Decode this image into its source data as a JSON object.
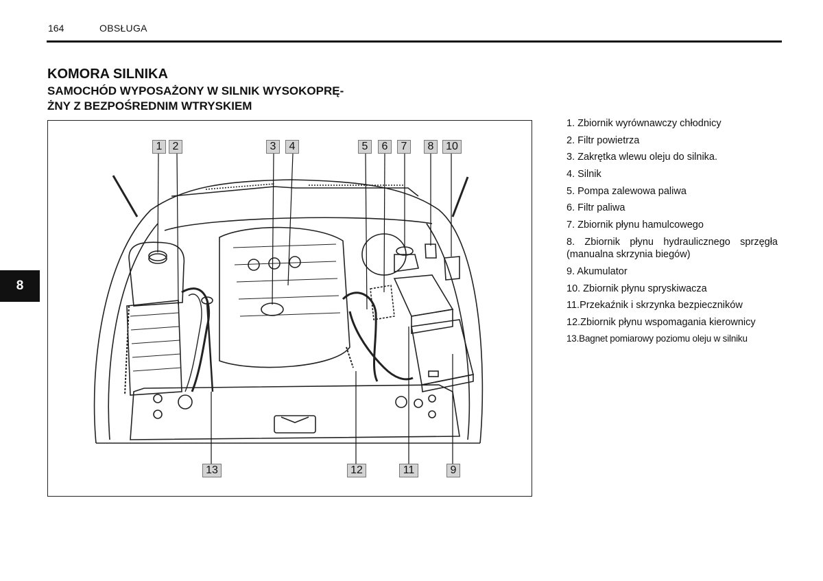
{
  "header": {
    "page_number": "164",
    "section": "OBSŁUGA"
  },
  "title": {
    "line1": "KOMORA SILNIKA",
    "line2": "SAMOCHÓD WYPOSAŻONY W SILNIK WYSOKOPRĘ-",
    "line3": "ŻNY Z BEZPOŚREDNIM WTRYSKIEM"
  },
  "chapter_tab": "8",
  "figure": {
    "callouts": [
      "1",
      "2",
      "3",
      "4",
      "5",
      "6",
      "7",
      "8",
      "10",
      "13",
      "12",
      "11",
      "9"
    ]
  },
  "legend": [
    "1. Zbiornik wyrównawczy chłodnicy",
    "2. Filtr powietrza",
    "3. Zakrętka wlewu oleju do silnika.",
    "4. Silnik",
    "5. Pompa zalewowa paliwa",
    "6. Filtr paliwa",
    "7. Zbiornik płynu hamulcowego",
    "8. Zbiornik płynu hydraulicznego sprzęgła (manualna skrzynia biegów)",
    "9. Akumulator",
    "10. Zbiornik płynu spryskiwacza",
    "11.Przekaźnik i skrzynka bezpieczników",
    "12.Zbiornik płynu wspomagania kierownicy",
    "13.Bagnet pomiarowy poziomu oleju w silniku"
  ]
}
